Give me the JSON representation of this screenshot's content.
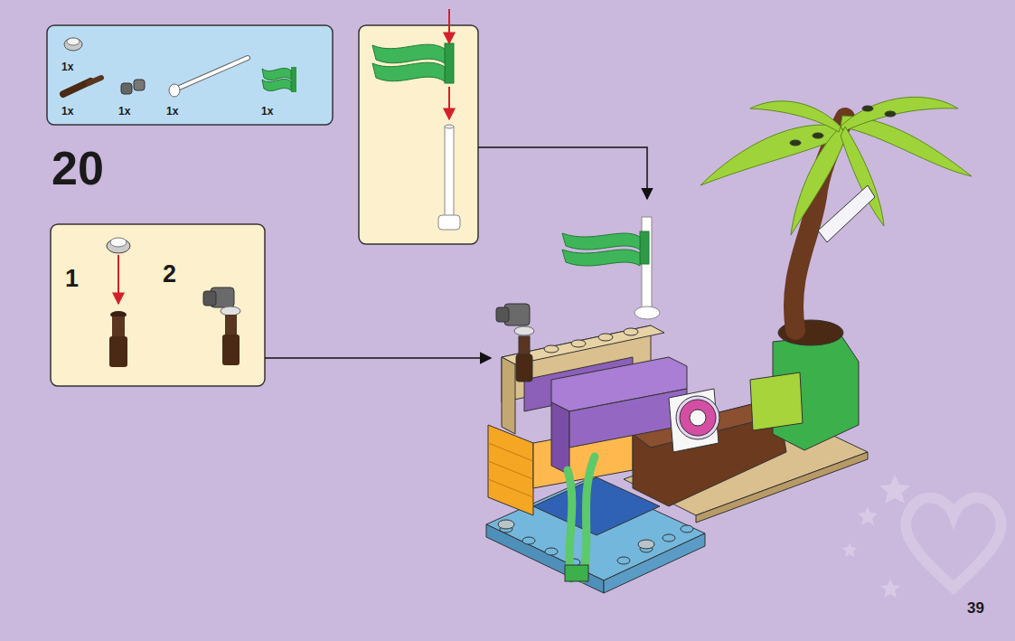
{
  "diagram": {
    "nodes": [
      {
        "text": [
          "1x",
          "1x",
          "1x",
          "1x",
          "1x"
        ]
      },
      {
        "text": [
          "1",
          "2"
        ]
      }
    ],
    "labels": [
      "20",
      "39"
    ]
  }
}
